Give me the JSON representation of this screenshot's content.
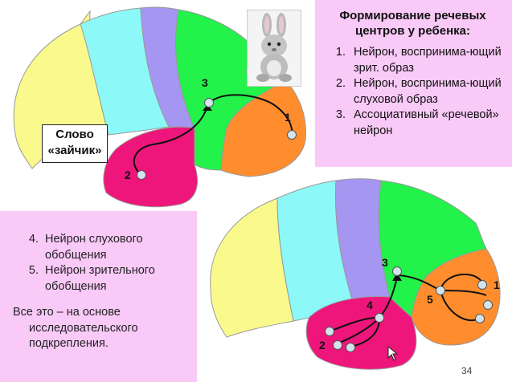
{
  "top_panel": {
    "title": "Формирование речевых центров у ребенка:",
    "items": [
      "Нейрон, воспринима-ющий зрит. образ",
      "Нейрон, воспринима-ющий слуховой образ",
      "Ассоциативный «речевой» нейрон"
    ]
  },
  "bottom_panel": {
    "items": [
      "Нейрон слухового обобщения",
      "Нейрон зрительного обобщения"
    ],
    "summary": "Все это – на основе исследовательского подкрепления."
  },
  "word_label": {
    "line1": "Слово",
    "line2": "«зайчик»"
  },
  "brain_top_labels": {
    "n1": "1",
    "n2": "2",
    "n3": "3"
  },
  "brain_bottom_labels": {
    "n1": "1",
    "n2": "2",
    "n3": "3",
    "n4": "4",
    "n5": "5"
  },
  "page_number": "34",
  "colors": {
    "yellow": "#fafa8c",
    "cyan": "#8cf8f8",
    "violet": "#a596f2",
    "green": "#22f24a",
    "orange": "#ff8d2e",
    "magenta": "#ee167a",
    "panel": "#f9c9f7",
    "neuron": "#d4e4ec"
  },
  "image": {
    "icon": "bunny-toy-icon"
  }
}
